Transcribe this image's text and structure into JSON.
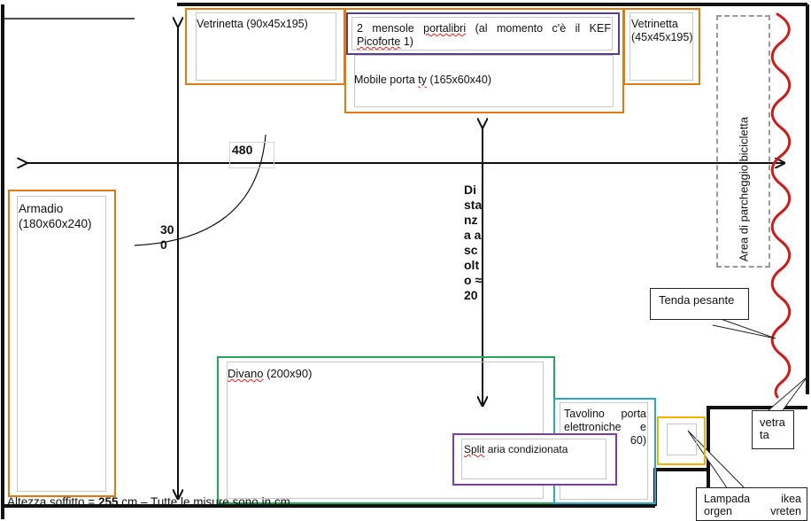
{
  "dimension_width": "480",
  "dimension_depth": "300",
  "listening_distance": "Distanza ascolto ≈ 20",
  "furniture": {
    "vetrinetta_left": "Vetrinetta (90x45x195)",
    "mensole_prefix": "2 mensole",
    "mensole_word": "portalibri",
    "mensole_suffix": "(al momento c'è il KEF",
    "mensole_brand": "Picoforte",
    "mensole_end": "1)",
    "mobile_tv_prefix": "Mobile porta",
    "mobile_tv_word": "ty",
    "mobile_tv_suffix": "(165x60x40)",
    "vetrinetta_right": "Vetrinetta (45x45x195)",
    "armadio": "Armadio",
    "armadio_dims": "(180x60x240)",
    "divano_word": "Divano",
    "divano_dims": "(200x90)",
    "tavolino": "Tavolino porta elettroniche e",
    "tavolino_dims": "60)",
    "split_word": "Split",
    "split_rest": "aria condizionata"
  },
  "bike_area": "Area di parcheggio bicicletta",
  "callouts": {
    "tenda": "Tenda pesante",
    "vetrata": "vetrata",
    "lampada_line1": "Lampada ikea",
    "lampada_line2": "orgen vreten"
  },
  "footer": {
    "prefix": "Altezza soffitto =",
    "value": "255",
    "suffix": "cm – Tutte le misure sono in cm"
  },
  "colors": {
    "wall": "#111111",
    "cabinet": "#e07b14",
    "shelf": "#5a3e85",
    "sofa": "#22a85a",
    "table": "#2aa7c9",
    "split": "#7b3fa0",
    "lamp": "#f0b400",
    "curtain": "#cc1c1c",
    "bike_area": "#9a9a9a"
  }
}
